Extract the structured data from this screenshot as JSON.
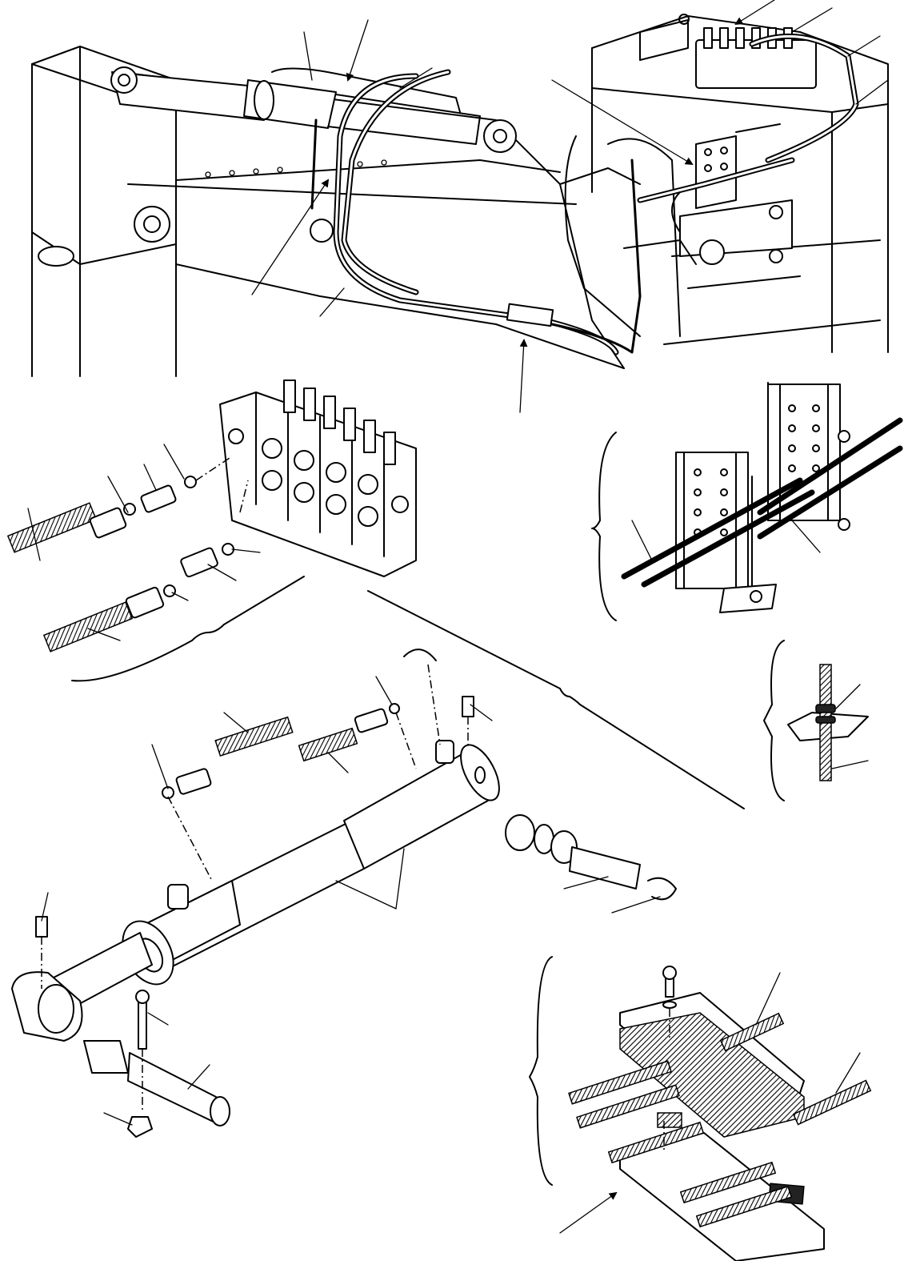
{
  "figure": {
    "domain": "exploded-parts-diagram",
    "subject": "hydraulic-cylinder-and-hose-routing",
    "callout_count": 30
  }
}
